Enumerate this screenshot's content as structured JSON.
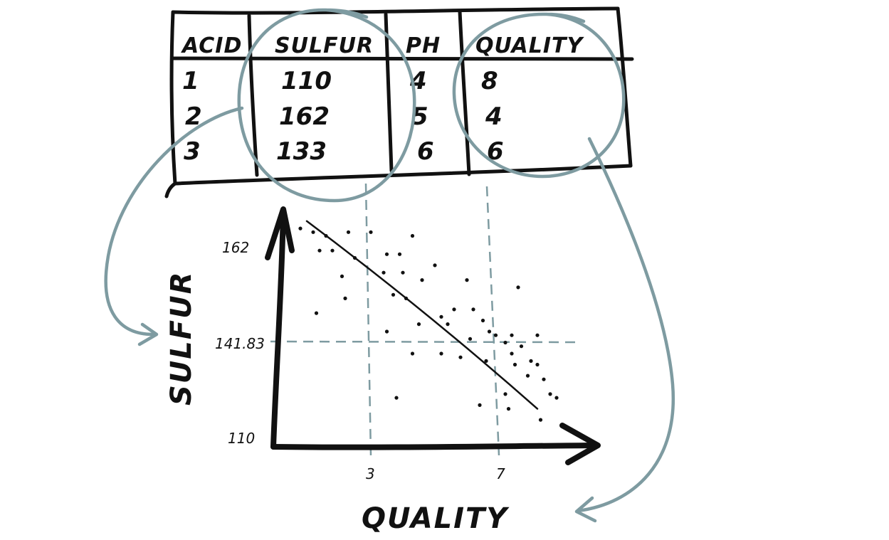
{
  "table": {
    "headers": [
      "ACID",
      "SULFUR",
      "PH",
      "QUALITY"
    ],
    "rows": [
      [
        "1",
        "110",
        "4",
        "8"
      ],
      [
        "2",
        "162",
        "5",
        "4"
      ],
      [
        "3",
        "133",
        "6",
        "6"
      ]
    ]
  },
  "chart_data": {
    "type": "scatter",
    "xlabel": "QUALITY",
    "ylabel": "SULFUR",
    "x_ticks": [
      "3",
      "7"
    ],
    "y_ticks": [
      "162",
      "141.83",
      "110"
    ],
    "reference_lines": {
      "x": [
        3,
        7
      ],
      "y": [
        141.83
      ]
    },
    "trend_line": {
      "from": [
        1,
        169
      ],
      "to": [
        8.2,
        118
      ]
    },
    "points": [
      [
        0.8,
        167
      ],
      [
        1.2,
        166
      ],
      [
        1.6,
        165
      ],
      [
        2.3,
        166
      ],
      [
        3.0,
        166
      ],
      [
        4.3,
        165
      ],
      [
        2.5,
        159
      ],
      [
        3.5,
        160
      ],
      [
        3.9,
        160
      ],
      [
        1.4,
        161
      ],
      [
        1.8,
        161
      ],
      [
        5.0,
        157
      ],
      [
        6.0,
        153
      ],
      [
        3.4,
        155
      ],
      [
        4.0,
        155
      ],
      [
        2.1,
        154
      ],
      [
        4.6,
        153
      ],
      [
        7.6,
        151
      ],
      [
        3.7,
        149
      ],
      [
        2.2,
        148
      ],
      [
        4.1,
        148
      ],
      [
        1.3,
        144
      ],
      [
        5.6,
        145
      ],
      [
        6.2,
        145
      ],
      [
        5.2,
        143
      ],
      [
        6.5,
        142
      ],
      [
        4.5,
        141
      ],
      [
        5.4,
        141
      ],
      [
        6.7,
        139
      ],
      [
        6.9,
        138
      ],
      [
        7.4,
        138
      ],
      [
        8.2,
        138
      ],
      [
        6.1,
        137
      ],
      [
        7.2,
        136
      ],
      [
        7.7,
        135
      ],
      [
        3.5,
        139
      ],
      [
        4.3,
        133
      ],
      [
        5.2,
        133
      ],
      [
        5.8,
        132
      ],
      [
        7.4,
        133
      ],
      [
        8.0,
        131
      ],
      [
        6.6,
        131
      ],
      [
        7.5,
        130
      ],
      [
        8.2,
        130
      ],
      [
        7.9,
        127
      ],
      [
        8.4,
        126
      ],
      [
        7.2,
        122
      ],
      [
        8.6,
        122
      ],
      [
        8.8,
        121
      ],
      [
        6.4,
        119
      ],
      [
        7.3,
        118
      ],
      [
        3.8,
        121
      ],
      [
        8.3,
        115
      ]
    ]
  }
}
